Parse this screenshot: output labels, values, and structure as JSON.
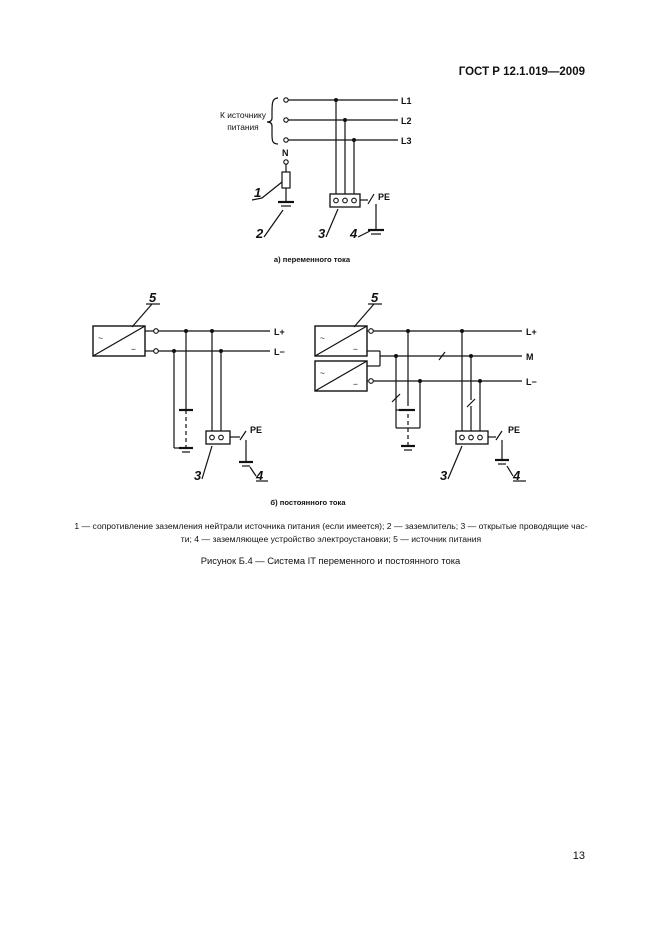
{
  "header": {
    "doc_id": "ГОСТ Р 12.1.019—2009"
  },
  "page_number": "13",
  "figure_a": {
    "source_label_line1": "К источнику",
    "source_label_line2": "питания",
    "neutral": "N",
    "lines": [
      "L1",
      "L2",
      "L3"
    ],
    "pe": "PE",
    "callouts": [
      "1",
      "2",
      "3",
      "4"
    ],
    "subcaption": "а) переменного тока"
  },
  "figure_b": {
    "left": {
      "lines": [
        "L+",
        "L−"
      ],
      "pe": "PE",
      "callouts": [
        "5",
        "3",
        "4"
      ],
      "ac_symbol": "~",
      "dc_symbol": "−"
    },
    "right": {
      "lines": [
        "L+",
        "M",
        "L−"
      ],
      "pe": "PE",
      "callouts": [
        "5",
        "3",
        "4"
      ],
      "ac_symbol": "~",
      "dc_symbol": "−"
    },
    "subcaption": "б) постоянного тока"
  },
  "legend": {
    "part1": "1 — сопротивление заземления нейтрали источника питания (если имеется); 2 — заземлитель; 3 — открытые проводящие час-",
    "part2": "ти; 4 — заземляющее устройство электроустановки; 5 — источник питания"
  },
  "caption": "Рисунок Б.4 — Система IT переменного и постоянного тока"
}
